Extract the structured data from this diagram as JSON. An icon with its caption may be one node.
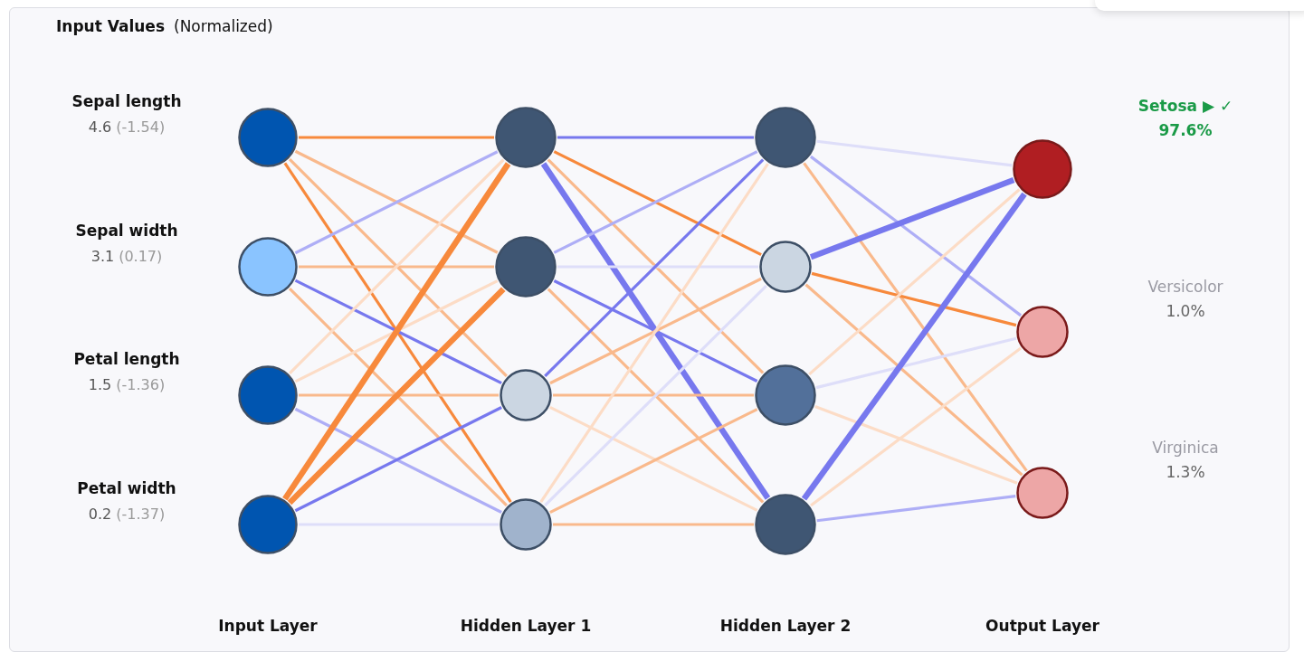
{
  "diagram": {
    "nodes": [
      {
        "text": [],
        "shape": "circle",
        "beside": [
          "Sepal length",
          "4.6",
          "(-1.54)"
        ]
      },
      {
        "text": [],
        "shape": "circle",
        "beside": [
          "Sepal width",
          "3.1",
          "(0.17)"
        ]
      },
      {
        "text": [],
        "shape": "circle",
        "beside": [
          "Petal length",
          "1.5",
          "(-1.36)"
        ]
      },
      {
        "text": [],
        "shape": "circle",
        "beside": [
          "Petal width",
          "0.2",
          "(-1.37)"
        ]
      },
      {
        "text": [],
        "shape": "circle"
      },
      {
        "text": [],
        "shape": "circle"
      },
      {
        "text": [],
        "shape": "circle"
      },
      {
        "text": [],
        "shape": "circle"
      },
      {
        "text": [],
        "shape": "circle"
      },
      {
        "text": [],
        "shape": "circle"
      },
      {
        "text": [],
        "shape": "circle"
      },
      {
        "text": [],
        "shape": "circle"
      },
      {
        "text": [],
        "shape": "circle",
        "beside": [
          "Setosa ▶ ✓",
          "97.6%"
        ]
      },
      {
        "text": [],
        "shape": "circle",
        "beside": [
          "Versicolor",
          "1.0%"
        ]
      },
      {
        "text": [],
        "shape": "circle",
        "beside": [
          "Virginica",
          "1.3%"
        ]
      }
    ],
    "edges": [
      {
        "from": 0,
        "to": 4,
        "arrow": "none",
        "color": "#f7893c"
      },
      {
        "from": 0,
        "to": 5,
        "arrow": "none"
      },
      {
        "from": 0,
        "to": 6,
        "arrow": "none"
      },
      {
        "from": 0,
        "to": 7,
        "arrow": "none",
        "color": "#f7893c"
      },
      {
        "from": 1,
        "to": 4,
        "arrow": "none",
        "color": "#aeaef6"
      },
      {
        "from": 1,
        "to": 5,
        "arrow": "none"
      },
      {
        "from": 1,
        "to": 6,
        "arrow": "none",
        "color": "#7778ee"
      },
      {
        "from": 1,
        "to": 7,
        "arrow": "none"
      },
      {
        "from": 2,
        "to": 4,
        "arrow": "none",
        "color": "#fcdcc6"
      },
      {
        "from": 2,
        "to": 5,
        "arrow": "none",
        "color": "#fcdcc6"
      },
      {
        "from": 2,
        "to": 6,
        "arrow": "none"
      },
      {
        "from": 2,
        "to": 7,
        "arrow": "none",
        "color": "#aeaef6"
      },
      {
        "from": 3,
        "to": 4,
        "arrow": "none",
        "style": "thick",
        "color": "#f7893c"
      },
      {
        "from": 3,
        "to": 5,
        "arrow": "none",
        "style": "thick",
        "color": "#f7893c"
      },
      {
        "from": 3,
        "to": 6,
        "arrow": "none",
        "color": "#7778ee"
      },
      {
        "from": 3,
        "to": 7,
        "arrow": "none",
        "color": "#dedef9"
      },
      {
        "from": 4,
        "to": 8,
        "arrow": "none",
        "color": "#7778ee"
      },
      {
        "from": 4,
        "to": 9,
        "arrow": "none",
        "color": "#f7893c"
      },
      {
        "from": 4,
        "to": 10,
        "arrow": "none"
      },
      {
        "from": 4,
        "to": 11,
        "arrow": "none",
        "style": "thick",
        "color": "#7778ee"
      },
      {
        "from": 5,
        "to": 8,
        "arrow": "none",
        "color": "#aeaef6"
      },
      {
        "from": 5,
        "to": 9,
        "arrow": "none",
        "color": "#dedef9"
      },
      {
        "from": 5,
        "to": 10,
        "arrow": "none",
        "color": "#7778ee"
      },
      {
        "from": 5,
        "to": 11,
        "arrow": "none"
      },
      {
        "from": 6,
        "to": 8,
        "arrow": "none",
        "color": "#7778ee"
      },
      {
        "from": 6,
        "to": 9,
        "arrow": "none"
      },
      {
        "from": 6,
        "to": 10,
        "arrow": "none"
      },
      {
        "from": 6,
        "to": 11,
        "arrow": "none",
        "color": "#fcdcc6"
      },
      {
        "from": 7,
        "to": 8,
        "arrow": "none",
        "color": "#fcdcc6"
      },
      {
        "from": 7,
        "to": 9,
        "arrow": "none",
        "color": "#dedef9"
      },
      {
        "from": 7,
        "to": 10,
        "arrow": "none"
      },
      {
        "from": 7,
        "to": 11,
        "arrow": "none"
      },
      {
        "from": 8,
        "to": 12,
        "arrow": "none",
        "color": "#dedef9"
      },
      {
        "from": 8,
        "to": 13,
        "arrow": "none",
        "color": "#aeaef6"
      },
      {
        "from": 8,
        "to": 14,
        "arrow": "none"
      },
      {
        "from": 9,
        "to": 12,
        "arrow": "none",
        "style": "thick",
        "color": "#7778ee"
      },
      {
        "from": 9,
        "to": 13,
        "arrow": "none",
        "color": "#f7893c"
      },
      {
        "from": 9,
        "to": 14,
        "arrow": "none"
      },
      {
        "from": 10,
        "to": 12,
        "arrow": "none",
        "color": "#fcdcc6"
      },
      {
        "from": 10,
        "to": 13,
        "arrow": "none",
        "color": "#dedef9"
      },
      {
        "from": 10,
        "to": 14,
        "arrow": "none",
        "color": "#fcdcc6"
      },
      {
        "from": 11,
        "to": 12,
        "arrow": "none",
        "style": "thick",
        "color": "#7778ee"
      },
      {
        "from": 11,
        "to": 13,
        "arrow": "none",
        "color": "#fcdcc6"
      },
      {
        "from": 11,
        "to": 14,
        "arrow": "none",
        "color": "#aeaef6"
      }
    ],
    "labels": [
      "Input Values",
      "(Normalized)",
      "Input Layer",
      "Hidden Layer 1",
      "Hidden Layer 2",
      "Output Layer"
    ]
  }
}
